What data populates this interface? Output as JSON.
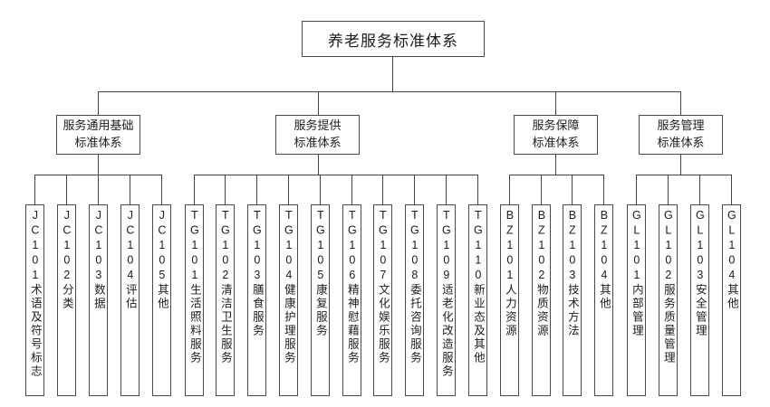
{
  "diagram": {
    "title": "养老服务标准体系",
    "colors": {
      "background": "#ffffff",
      "line": "#424242",
      "border": "#4a4a4a",
      "text": "#1c1c1c"
    },
    "groups": [
      {
        "label": "服务通用基础\n标准体系",
        "children": [
          "JC101术语及符号标志",
          "JC102分类",
          "JC103数据",
          "JC104评估",
          "JC105其他"
        ]
      },
      {
        "label": "服务提供\n标准体系",
        "children": [
          "TG101生活照料服务",
          "TG102清洁卫生服务",
          "TG103膳食服务",
          "TG104健康护理服务",
          "TG105康复服务",
          "TG106精神慰藉服务",
          "TG107文化娱乐服务",
          "TG108委托咨询服务",
          "TG109适老化改造服务",
          "TG110新业态及其他"
        ]
      },
      {
        "label": "服务保障\n标准体系",
        "children": [
          "BZ101人力资源",
          "BZ102物质资源",
          "BZ103技术方法",
          "BZ104其他"
        ]
      },
      {
        "label": "服务管理\n标准体系",
        "children": [
          "GL101内部管理",
          "GL102服务质量管理",
          "GL103安全管理",
          "GL104其他"
        ]
      }
    ]
  }
}
